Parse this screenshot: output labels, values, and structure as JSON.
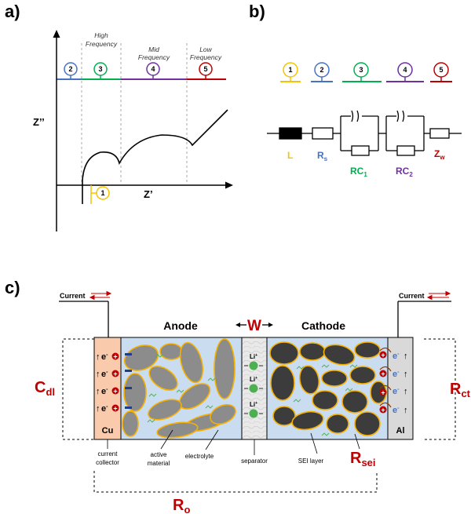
{
  "panel_a": {
    "label": "a)",
    "freq_high": [
      "High",
      "Frequency"
    ],
    "freq_mid": [
      "Mid",
      "Frequency"
    ],
    "freq_low": [
      "Low",
      "Frequency"
    ],
    "y_axis": "Z’’",
    "x_axis": "Z’",
    "markers": [
      "2",
      "3",
      "4",
      "5"
    ],
    "l_marker": "1"
  },
  "panel_b": {
    "label": "b)",
    "markers": [
      "1",
      "2",
      "3",
      "4",
      "5"
    ],
    "labels": {
      "L": "L",
      "Rs_main": "R",
      "Rs_sub": "s",
      "RC1_main": "RC",
      "RC1_sub": "1",
      "RC2_main": "RC",
      "RC2_sub": "2",
      "Zw_main": "Z",
      "Zw_sub": "w"
    }
  },
  "panel_c": {
    "label": "c)",
    "current_left": "Current",
    "current_right": "Current",
    "anode": "Anode",
    "cathode": "Cathode",
    "W": "W",
    "Cdl_main": "C",
    "Cdl_sub": "dl",
    "Rct_main": "R",
    "Rct_sub": "ct",
    "Rsei_main": "R",
    "Rsei_sub": "sei",
    "Ro_main": "R",
    "Ro_sub": "o",
    "cu": "Cu",
    "al": "Al",
    "electron": "e",
    "electron_sup": "-",
    "li": "Li",
    "li_sup": "+",
    "current_collector": [
      "current",
      "collector"
    ],
    "active_material": [
      "active",
      "material"
    ],
    "electrolyte": "electrolyte",
    "separator": "separator",
    "sei_layer": "SEI layer"
  },
  "colors": {
    "L": "#f5c400",
    "Rs": "#4472c4",
    "RC1": "#00b050",
    "RC2": "#7030a0",
    "Zw": "#c00000",
    "red": "#c00000",
    "orange": "#f4a460",
    "particle": "#8c8c8c",
    "particle_dark": "#3c3c3c",
    "gold": "#f5b000"
  }
}
